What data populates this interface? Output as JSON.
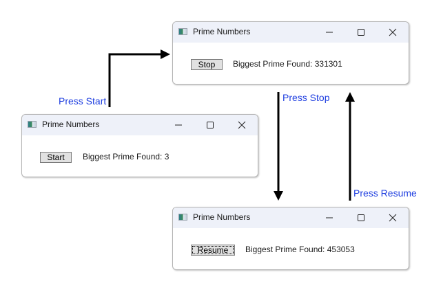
{
  "diagram": {
    "arrows": [
      {
        "from": "window-start",
        "to": "window-running",
        "caption": "Press Start"
      },
      {
        "from": "window-running",
        "to": "window-stopped",
        "caption": "Press Stop"
      },
      {
        "from": "window-stopped",
        "to": "window-running",
        "caption": "Press Resume"
      }
    ],
    "colors": {
      "caption": "#1f3fe0",
      "arrow": "#000000",
      "titlebar": "#eef1f9",
      "button": "#e1e1e1"
    }
  },
  "windows": {
    "running": {
      "title": "Prime Numbers",
      "button_label": "Stop",
      "status_text": "Biggest Prime Found: 331301"
    },
    "start": {
      "title": "Prime Numbers",
      "button_label": "Start",
      "status_text": "Biggest Prime Found: 3"
    },
    "stopped": {
      "title": "Prime Numbers",
      "button_label": "Resume",
      "status_text": "Biggest Prime Found: 453053"
    }
  },
  "window_controls": {
    "minimize": "minimize-icon",
    "maximize": "maximize-icon",
    "close": "close-icon"
  }
}
